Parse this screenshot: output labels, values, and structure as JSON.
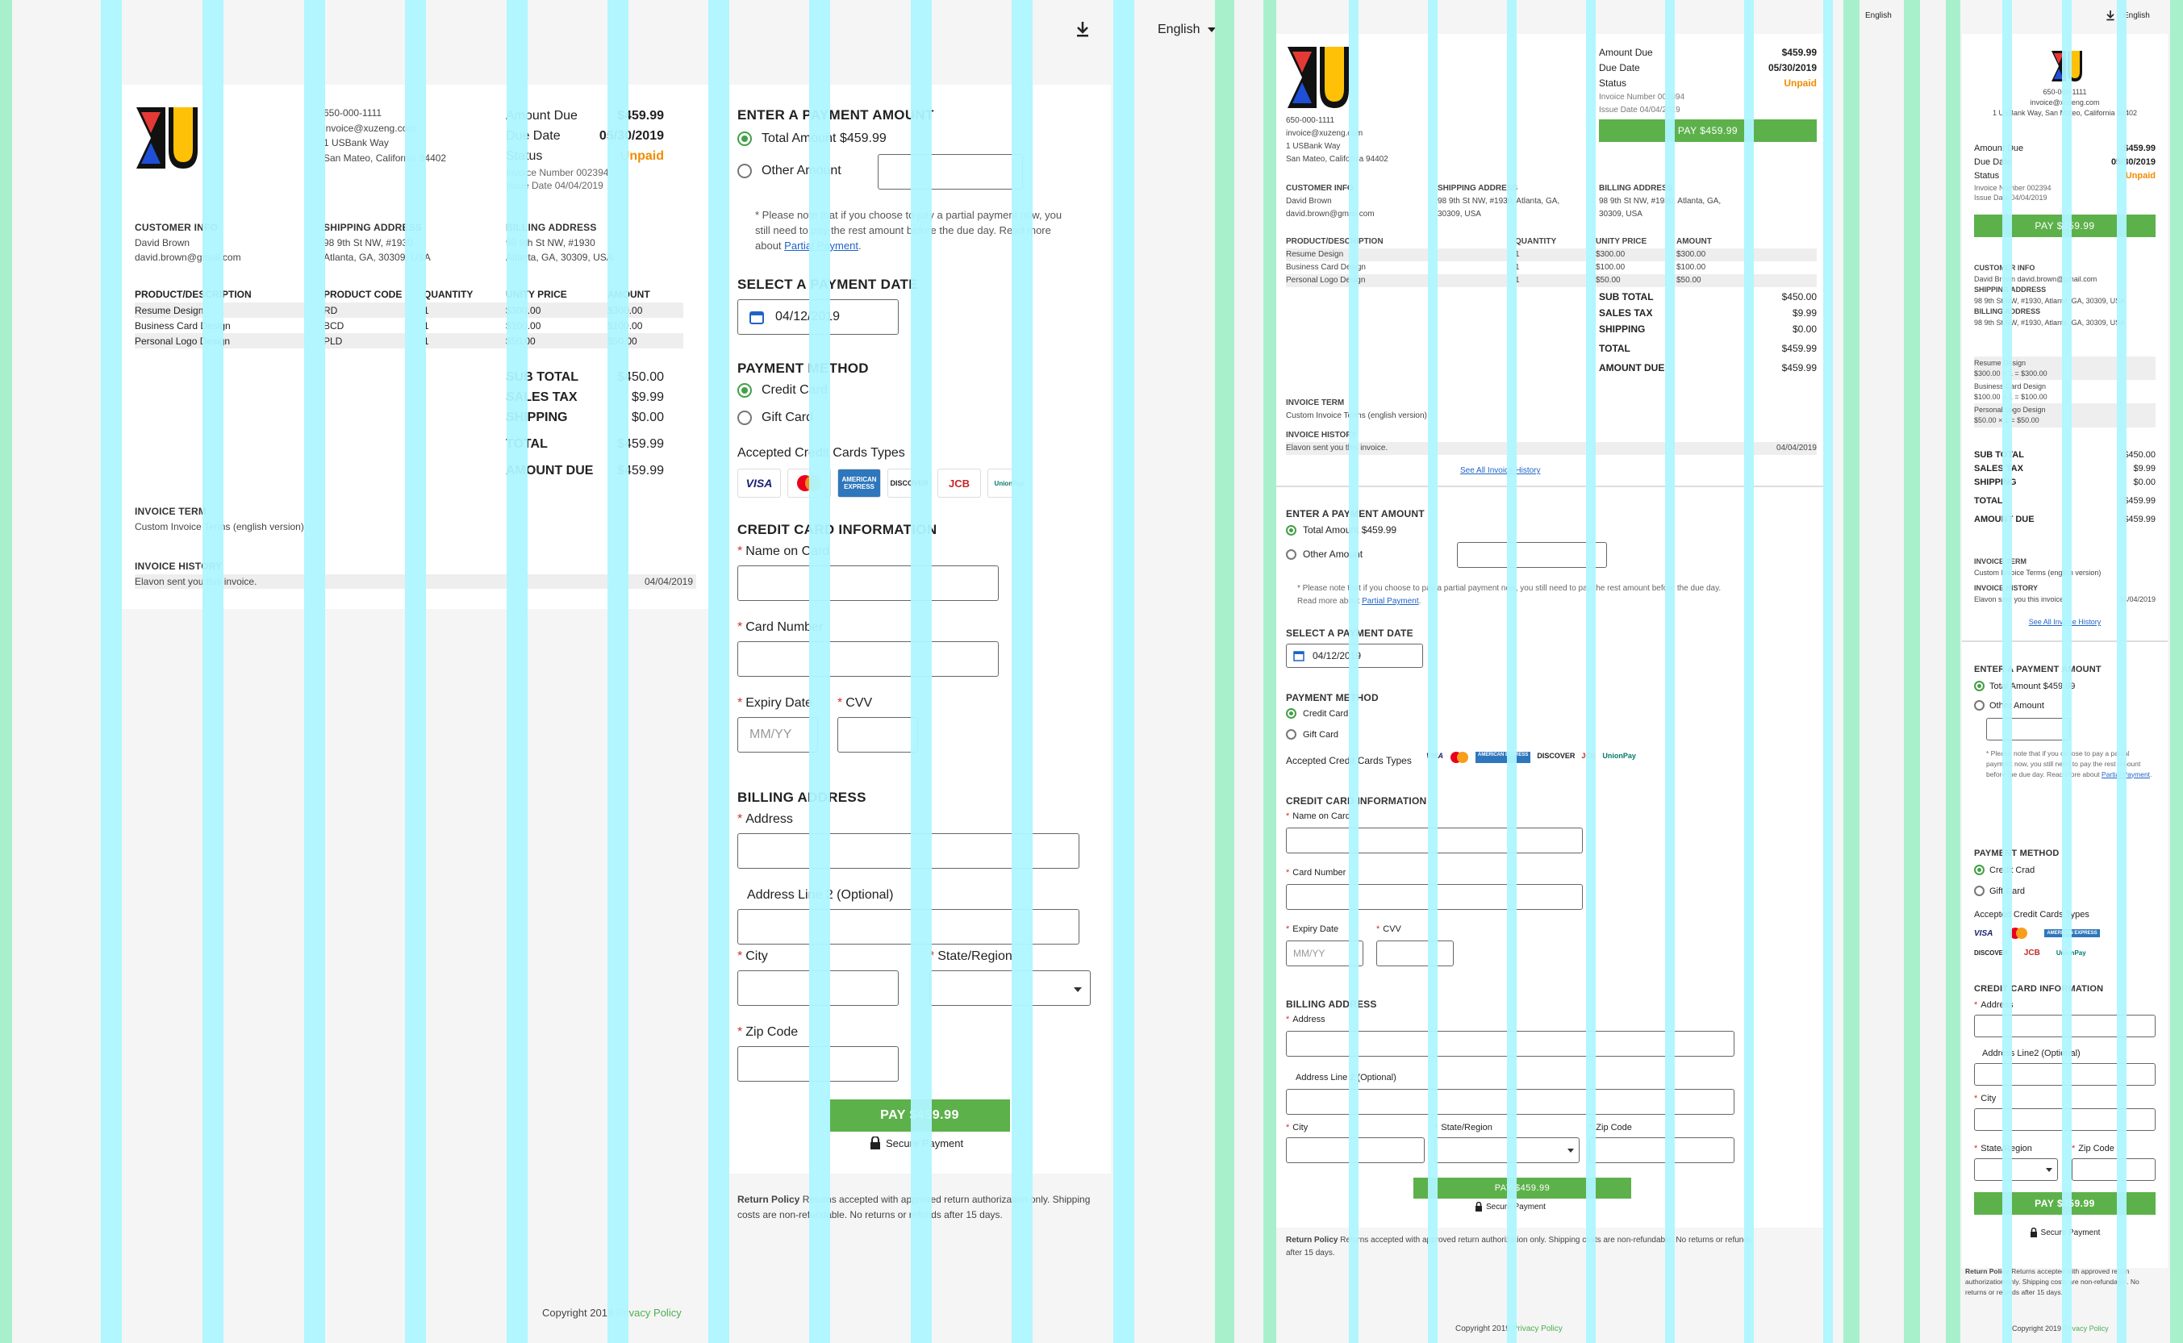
{
  "colors": {
    "accent": "#5db14b",
    "status_unpaid": "#f08c00",
    "link": "#1e63c6",
    "overlay_stripe": "#aef6ff",
    "overlay_band": "#a8f0cc"
  },
  "header": {
    "language": "English",
    "download_icon": "download-icon",
    "chevron_icon": "chevron-down-icon"
  },
  "company": {
    "phone": "650-000-1111",
    "email": "invoice@xuzeng.com",
    "address1": "1 USBank Way",
    "address2": "San Mateo, California 94402",
    "address_full": "1 USBank Way, San Mateo, California 94402"
  },
  "summary": {
    "amount_due_label": "Amount Due",
    "amount_due": "$459.99",
    "due_date_label": "Due Date",
    "due_date": "05/30/2019",
    "status_label": "Status",
    "status": "Unpaid",
    "invoice_number": "Invoice Number 002394",
    "issue_date": "Issue Date 04/04/2019",
    "pay_button": "PAY $459.99"
  },
  "customer": {
    "label": "CUSTOMER INFO",
    "name": "David Brown",
    "email": "david.brown@gmail.com"
  },
  "shipping": {
    "label": "SHIPPING ADDRESS",
    "address": "98 9th St NW, #1930, Atlanta, GA, 30309, USA",
    "line1": "98 9th St NW, #1930",
    "line2": "Atlanta, GA, 30309, USA"
  },
  "billing": {
    "label": "BILLING ADDRESS",
    "address": "98 9th St NW, #1930, Atlanta, GA, 30309, USA",
    "line1": "98 9th St NW, #1930",
    "line2": "Atlanta, GA, 30309, USA"
  },
  "table": {
    "headers": [
      "PRODUCT/DESCRIPTION",
      "PRODUCT CODE",
      "QUANTITY",
      "UNITY PRICE",
      "AMOUNT"
    ],
    "rows": [
      {
        "desc": "Resume Design",
        "code": "RD",
        "qty": "1",
        "price": "$300.00",
        "amount": "$300.00"
      },
      {
        "desc": "Business Card Design",
        "code": "BCD",
        "qty": "1",
        "price": "$100.00",
        "amount": "$100.00"
      },
      {
        "desc": "Personal Logo Design",
        "code": "PLD",
        "qty": "1",
        "price": "$50.00",
        "amount": "$50.00"
      }
    ]
  },
  "totals": {
    "sub_total_label": "SUB TOTAL",
    "sub_total": "$450.00",
    "sales_tax_label": "SALES TAX",
    "sales_tax": "$9.99",
    "shipping_label": "SHIPPING",
    "shipping": "$0.00",
    "total_label": "TOTAL",
    "total": "$459.99",
    "amount_due_label": "AMOUNT DUE",
    "amount_due": "$459.99"
  },
  "invoice_term": {
    "label": "INVOICE TERM",
    "text": "Custom Invoice Terms (english version)"
  },
  "invoice_history": {
    "label": "INVOICE HISTORY",
    "text": "Elavon sent you this invoice.",
    "date": "04/04/2019",
    "see_all": "See All Invoice History"
  },
  "payment": {
    "enter_amount_label": "ENTER A PAYMENT AMOUNT",
    "total_amount_option": "Total Amount $459.99",
    "other_amount_option": "Other Amount",
    "note_prefix": "* Please note that if you choose to pay a partial payment now, you still need to pay the rest amount before the due day. Read more about",
    "note_link": "Partial Payment",
    "select_date_label": "SELECT A PAYMENT DATE",
    "payment_date": "04/12/2019",
    "method_label": "PAYMENT METHOD",
    "method_credit": "Credit Card",
    "method_credit_alt": "Credit Crad",
    "method_gift": "Gift Card",
    "accepted_label": "Accepted Credit Cards Types",
    "cards": [
      "VISA",
      "mastercard",
      "AMERICAN EXPRESS",
      "DISCOVER",
      "JCB",
      "UnionPay"
    ],
    "cc_info_label": "CREDIT CARD INFORMATION",
    "name_on_card": "Name on Card",
    "card_number": "Card Number",
    "expiry_date": "Expiry Date",
    "expiry_placeholder": "MM/YY",
    "cvv": "CVV",
    "billing_label": "BILLING ADDRESS",
    "address": "Address",
    "address_line2": "Address Line 2 (Optional)",
    "address_line2_alt": "Address Line2 (Optional)",
    "city": "City",
    "state": "State/Region",
    "zip": "Zip Code",
    "pay_button": "PAY $459.99",
    "secure": "Secure Payment"
  },
  "footer": {
    "return_label": "Return Policy",
    "return_text": "Returns accepted with approved return authorization only. Shipping costs are non-refundable. No returns or refunds after 15 days.",
    "copyright": "Copyright 2019",
    "privacy": "Privacy Policy"
  }
}
